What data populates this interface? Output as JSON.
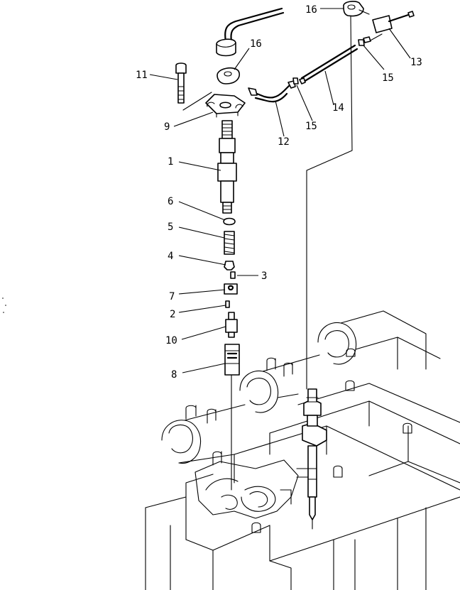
{
  "callouts": [
    {
      "id": "1",
      "text": "1"
    },
    {
      "id": "2",
      "text": "2"
    },
    {
      "id": "3",
      "text": "3"
    },
    {
      "id": "4",
      "text": "4"
    },
    {
      "id": "5",
      "text": "5"
    },
    {
      "id": "6",
      "text": "6"
    },
    {
      "id": "7",
      "text": "7"
    },
    {
      "id": "8",
      "text": "8"
    },
    {
      "id": "9",
      "text": "9"
    },
    {
      "id": "10",
      "text": "10"
    },
    {
      "id": "11",
      "text": "11"
    },
    {
      "id": "12",
      "text": "12"
    },
    {
      "id": "13",
      "text": "13"
    },
    {
      "id": "14",
      "text": "14"
    },
    {
      "id": "15a",
      "text": "15"
    },
    {
      "id": "15b",
      "text": "15"
    },
    {
      "id": "16a",
      "text": "16"
    },
    {
      "id": "16b",
      "text": "16"
    }
  ]
}
